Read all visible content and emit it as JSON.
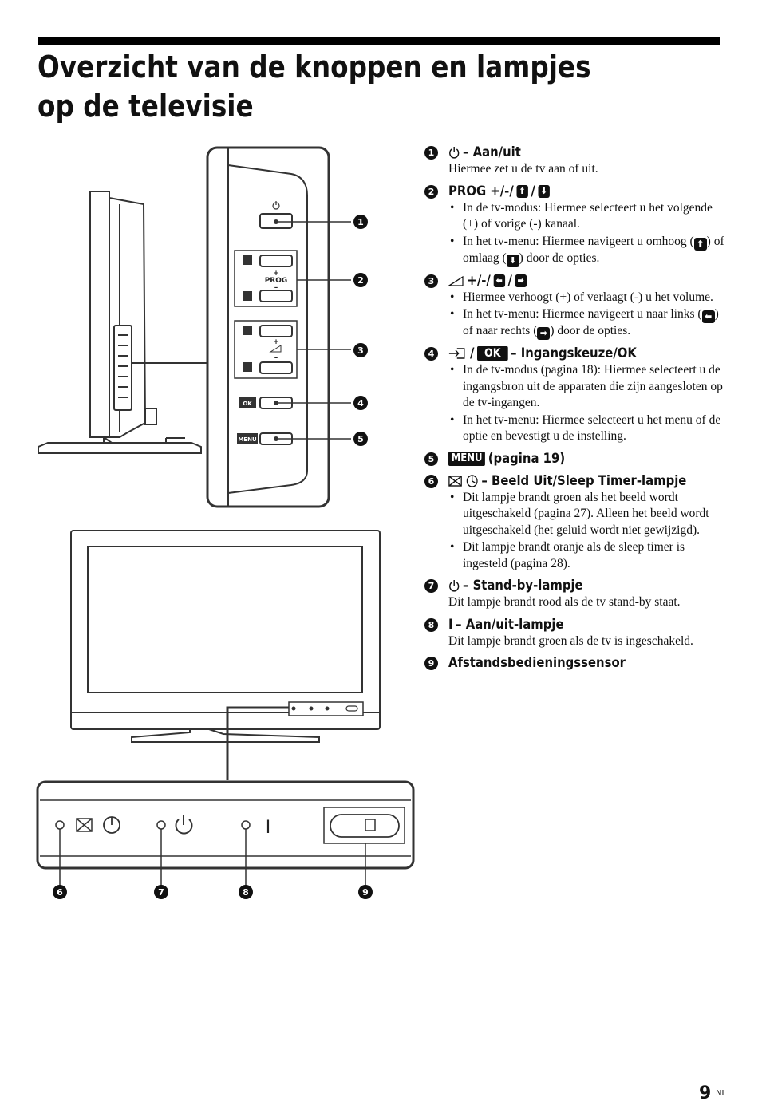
{
  "title": "Overzicht van de knoppen en lampjes op de televisie",
  "illustration": {
    "side_panel": {
      "prog_label": "PROG",
      "plus": "+",
      "minus": "–",
      "ok_label": "OK",
      "menu_label": "MENU"
    },
    "callouts": [
      "1",
      "2",
      "3",
      "4",
      "5",
      "6",
      "7",
      "8",
      "9"
    ],
    "front_panel": {
      "on_symbol": "I"
    }
  },
  "items": [
    {
      "num": "1",
      "heading": "– Aan/uit",
      "desc": "Hiermee zet u de tv aan of uit.",
      "icon": "power-icon"
    },
    {
      "num": "2",
      "heading": "PROG +/-/",
      "icon": "up-down-arrow-icons",
      "b1": "In de tv-modus: Hiermee selecteert u het volgende (+) of vorige (-) kanaal.",
      "b2a": "In het tv-menu: Hiermee navigeert u omhoog (",
      "b2b": ") of omlaag (",
      "b2c": ") door de opties."
    },
    {
      "num": "3",
      "heading": "+/-/",
      "icon": "volume-icon",
      "b1": "Hiermee verhoogt (+) of verlaagt (-) u het volume.",
      "b2a": "In het tv-menu: Hiermee navigeert u naar links (",
      "b2b": ") of naar rechts (",
      "b2c": ") door de opties."
    },
    {
      "num": "4",
      "slash": "/",
      "ok": "OK",
      "heading": "– Ingangskeuze/OK",
      "icon": "input-icon",
      "b1": "In de tv-modus (pagina 18): Hiermee selecteert u de ingangsbron uit de apparaten die zijn aangesloten op de tv-ingangen.",
      "b2": "In het tv-menu: Hiermee selecteert u het menu of de optie en bevestigt u de instelling."
    },
    {
      "num": "5",
      "menu": "MENU",
      "heading": "(pagina 19)"
    },
    {
      "num": "6",
      "heading": "– Beeld Uit/Sleep Timer-lampje",
      "icon": "picture-off-timer-icon",
      "b1": "Dit lampje brandt groen als het beeld wordt uitgeschakeld (pagina 27). Alleen het beeld wordt uitgeschakeld (het geluid wordt niet gewijzigd).",
      "b2": "Dit lampje brandt oranje als de sleep timer is ingesteld (pagina 28)."
    },
    {
      "num": "7",
      "heading": "– Stand-by-lampje",
      "desc": "Dit lampje brandt rood als de tv stand-by staat.",
      "icon": "power-icon"
    },
    {
      "num": "8",
      "sym": "I",
      "heading": "– Aan/uit-lampje",
      "desc": "Dit lampje brandt groen als de tv is ingeschakeld."
    },
    {
      "num": "9",
      "heading": "Afstandsbedieningssensor"
    }
  ],
  "page": {
    "number": "9",
    "suffix": "NL"
  }
}
